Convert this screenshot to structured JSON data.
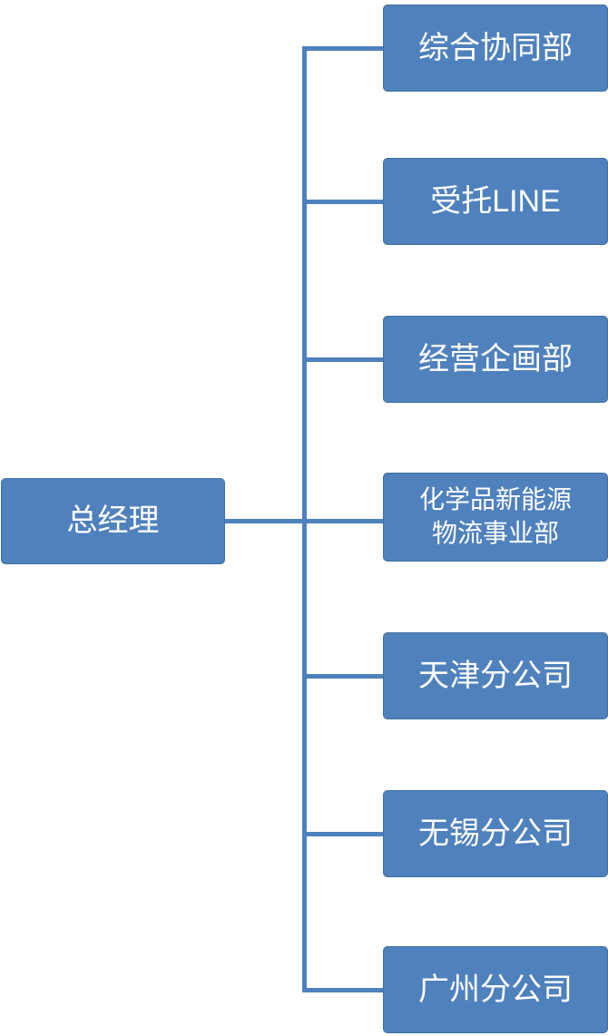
{
  "diagram": {
    "type": "org-chart",
    "root": {
      "label": "总经理"
    },
    "children": [
      {
        "label": "综合协同部"
      },
      {
        "label": "受托LINE"
      },
      {
        "label": "经营企画部"
      },
      {
        "label": "化学品新能源物流事业部",
        "lines": [
          "化学品新能源",
          "物流事业部"
        ]
      },
      {
        "label": "天津分公司"
      },
      {
        "label": "无锡分公司"
      },
      {
        "label": "广州分公司"
      }
    ]
  },
  "colors": {
    "background": "#FFFFFF",
    "node_fill": "#4F81BD",
    "node_border": "#41719C",
    "node_text": "#FFFFFF",
    "connector": "#4F81BD"
  }
}
